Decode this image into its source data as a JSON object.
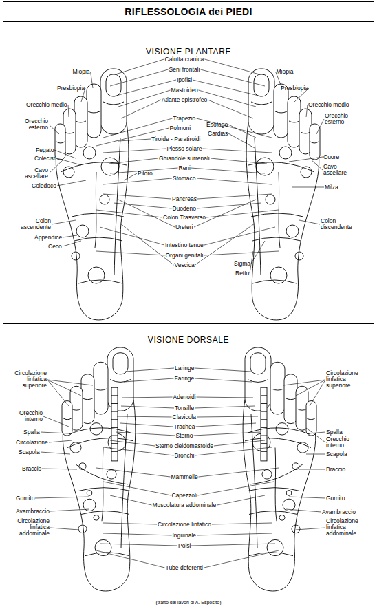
{
  "diagram": {
    "title": "RIFLESSOLOGIA dei PIEDI",
    "caption": "(tratto dai lavori di A. Esposito)",
    "nodes": [
      {
        "text": [
          "VISIONE PLANTARE"
        ]
      },
      {
        "text": [
          "VISIONE DORSALE"
        ]
      }
    ],
    "labels": [
      "Miopia",
      "Presbiopia",
      "Orecchio medio",
      "Orecchio esterno",
      "Fegato",
      "Colecisti",
      "Cavo ascellare",
      "Coledoco",
      "Colon ascendente",
      "Appendice",
      "Ceco",
      "Calotta cranica",
      "Seni frontali",
      "Ipofisi",
      "Mastoideo",
      "Atlante epistrofeo",
      "Trapezio",
      "Polmoni",
      "Esofago",
      "Tiroide - Paratiroidi",
      "Cardias",
      "Plesso solare",
      "Ghiandole surrenali",
      "Reni",
      "Piloro",
      "Stomaco",
      "Pancreas",
      "Duodeno",
      "Colon Trasverso",
      "Ureteri",
      "Intestino tenue",
      "Organi genitali",
      "Vescica",
      "Sigma",
      "Retto",
      "Miopia",
      "Presbiopia",
      "Orecchio medio",
      "Orecchio esterno",
      "Cuore",
      "Cavo ascellare",
      "Milza",
      "Colon discendente",
      "Laringe",
      "Faringe",
      "Adenoidi",
      "Tonsille",
      "Clavicola",
      "Trachea",
      "Sterno",
      "Sterno cleidomastoide",
      "Bronchi",
      "Mammelle",
      "Capezzoli",
      "Muscolatura addominale",
      "Circolazione linfatico",
      "Inguinale",
      "Polsi",
      "Tube deferenti",
      "Circolazione linfatica superiore",
      "Orecchio interno",
      "Spalla",
      "Circolazione",
      "Scapola",
      "Braccio",
      "Gomito",
      "Avambraccio",
      "Circolazione linfatica addominale",
      "Circolazione linfatica superiore",
      "Spalla",
      "Orecchio interno",
      "Scapola",
      "Braccio",
      "Gomito",
      "Avambraccio",
      "Circolazione linfatica addominale"
    ]
  }
}
